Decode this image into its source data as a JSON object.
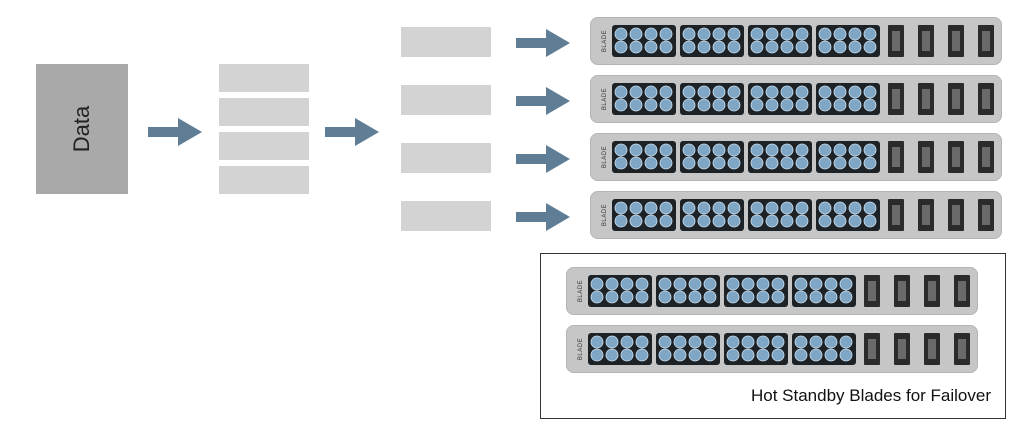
{
  "data_label": "Data",
  "blade_label": "BLADE",
  "standby_caption": "Hot Standby Blades for Failover",
  "colors": {
    "arrow": "#5f7e96",
    "box": "#a9a9a9",
    "bar": "#d3d3d3",
    "chassis": "#c6c6c6",
    "cpu_dot": "#7fa6c4"
  },
  "icons": [
    "arrow-right-icon",
    "cpu-chip-icon",
    "ram-module-icon"
  ]
}
